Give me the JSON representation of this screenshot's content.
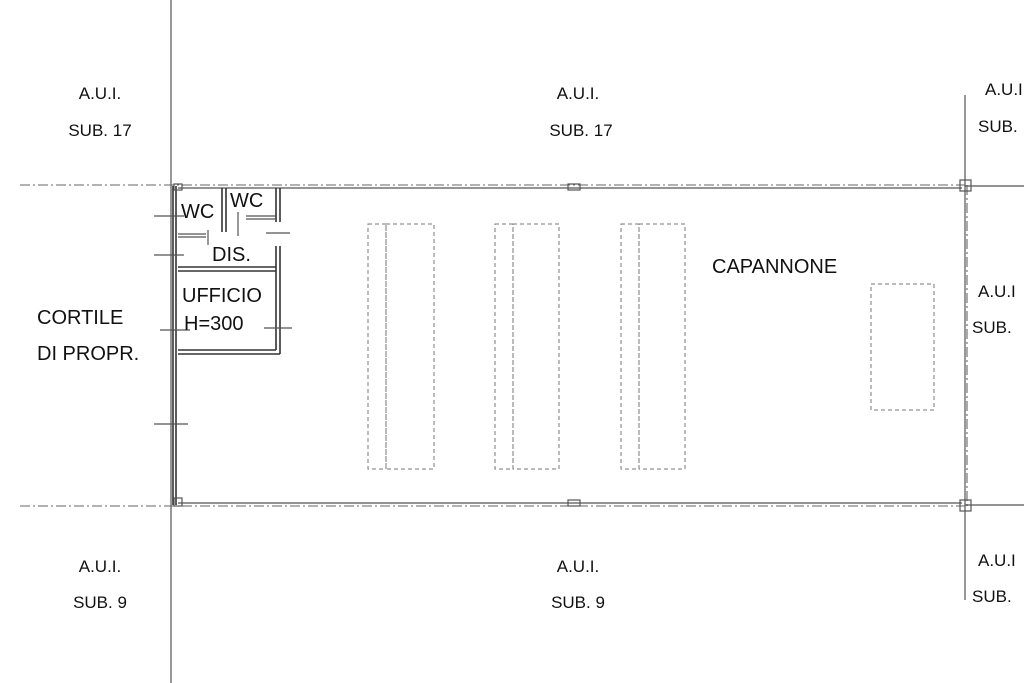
{
  "labels": {
    "aui": "A.U.I.",
    "aui_cut": "A.U.I",
    "sub17": "SUB. 17",
    "sub9": "SUB. 9",
    "sub_cut": "SUB.",
    "cortile": "CORTILE",
    "di_propr": "DI PROPR.",
    "wc": "WC",
    "dis": "DIS.",
    "ufficio": "UFFICIO",
    "h300": "H=300",
    "capannone": "CAPANNONE"
  },
  "colors": {
    "line": "#555555",
    "wall": "#333333",
    "text": "#111111"
  }
}
